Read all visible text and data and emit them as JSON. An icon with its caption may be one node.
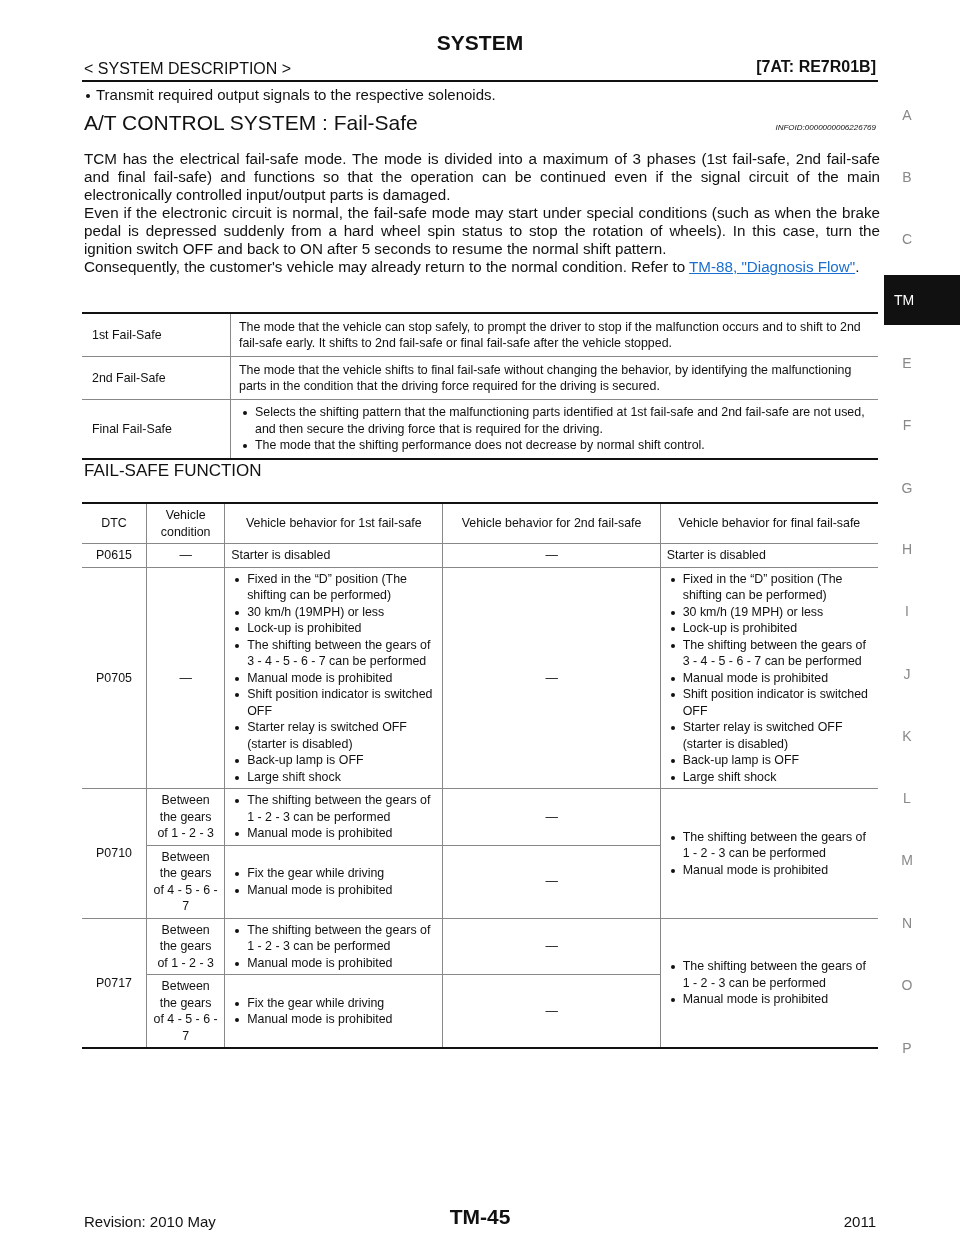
{
  "diagram": {
    "title": "SYSTEM",
    "labels": [
      "< SYSTEM DESCRIPTION >",
      "[7AT: RE7R01B]",
      "Transmit required output signals to the respective solenoids.",
      "A/T CONTROL SYSTEM : Fail-Safe",
      "INFOID:0000000006226769",
      "TCM has the electrical fail-safe mode. The mode is divided into a maximum of 3 phases (1st fail-safe, 2nd fail-safe and final fail-safe) and functions so that the operation can be continued even if the signal circuit of the main electronically controlled input/output parts is damaged.",
      "Even if the electronic circuit is normal, the fail-safe mode may start under special conditions (such as when the brake pedal is depressed suddenly from a hard wheel spin status to stop the rotation of wheels). In this case, turn the ignition switch OFF and back to ON after 5 seconds to resume the normal shift pattern.",
      "Consequently, the customer's vehicle may already return to the normal condition. Refer to",
      "TM-88, \"Diagnosis Flow\"",
      ".",
      "1st Fail-Safe",
      "The mode that the vehicle can stop safely, to prompt the driver to stop if the malfunction occurs and to shift to 2nd fail-safe early. It shifts to 2nd fail-safe or final fail-safe after the vehicle stopped.",
      "2nd Fail-Safe",
      "The mode that the vehicle shifts to final fail-safe without changing the behavior, by identifying the malfunctioning parts in the condition that the driving force required for the driving is secured.",
      "Final Fail-Safe",
      "Selects the shifting pattern that the malfunctioning parts identified at 1st fail-safe and 2nd fail-safe are not used, and then secure the driving force that is required for the driving.",
      "The mode that the shifting performance does not decrease by normal shift control.",
      "FAIL-SAFE FUNCTION",
      "DTC",
      "Vehicle condition",
      "Vehicle behavior for 1st fail-safe",
      "Vehicle behavior for 2nd fail-safe",
      "Vehicle behavior for final fail-safe",
      "P0615",
      "—",
      "Starter is disabled",
      "—",
      "Starter is disabled",
      "P0705",
      "—",
      "Fixed in the “D” position (The shifting can be performed)",
      "30 km/h (19MPH) or less",
      "Lock-up is prohibited",
      "The shifting between the gears of 3 - 4 - 5 - 6 - 7 can be performed",
      "Manual mode is prohibited",
      "Shift position indicator is switched OFF",
      "Starter relay is switched OFF (starter is disabled)",
      "Back-up lamp is OFF",
      "Large shift shock",
      "—",
      "Fixed in the “D” position (The shifting can be performed)",
      "30 km/h (19 MPH) or less",
      "Lock-up is prohibited",
      "The shifting between the gears of 3 - 4 - 5 - 6 - 7 can be performed",
      "Manual mode is prohibited",
      "Shift position indicator is switched OFF",
      "Starter relay is switched OFF (starter is disabled)",
      "Back-up lamp is OFF",
      "Large shift shock",
      "P0710",
      "Between the gears of 1 - 2 - 3",
      "The shifting between the gears of 1 - 2 - 3 can be performed",
      "Manual mode is prohibited",
      "—",
      "The shifting between the gears of 1 - 2 - 3 can be performed",
      "Manual mode is prohibited",
      "Between the gears of 4 - 5 - 6 - 7",
      "Fix the gear while driving",
      "Manual mode is prohibited",
      "—",
      "P0717",
      "Between the gears of 1 - 2 - 3",
      "The shifting between the gears of 1 - 2 - 3 can be performed",
      "Manual mode is prohibited",
      "—",
      "The shifting between the gears of 1 - 2 - 3 can be performed",
      "Manual mode is prohibited",
      "Between the gears of 4 - 5 - 6 - 7",
      "Fix the gear while driving",
      "Manual mode is prohibited",
      "—",
      "A",
      "B",
      "C",
      "TM",
      "E",
      "F",
      "G",
      "H",
      "I",
      "J",
      "K",
      "L",
      "M",
      "N",
      "O",
      "P",
      "Revision: 2010 May",
      "TM-45",
      "2011"
    ]
  }
}
